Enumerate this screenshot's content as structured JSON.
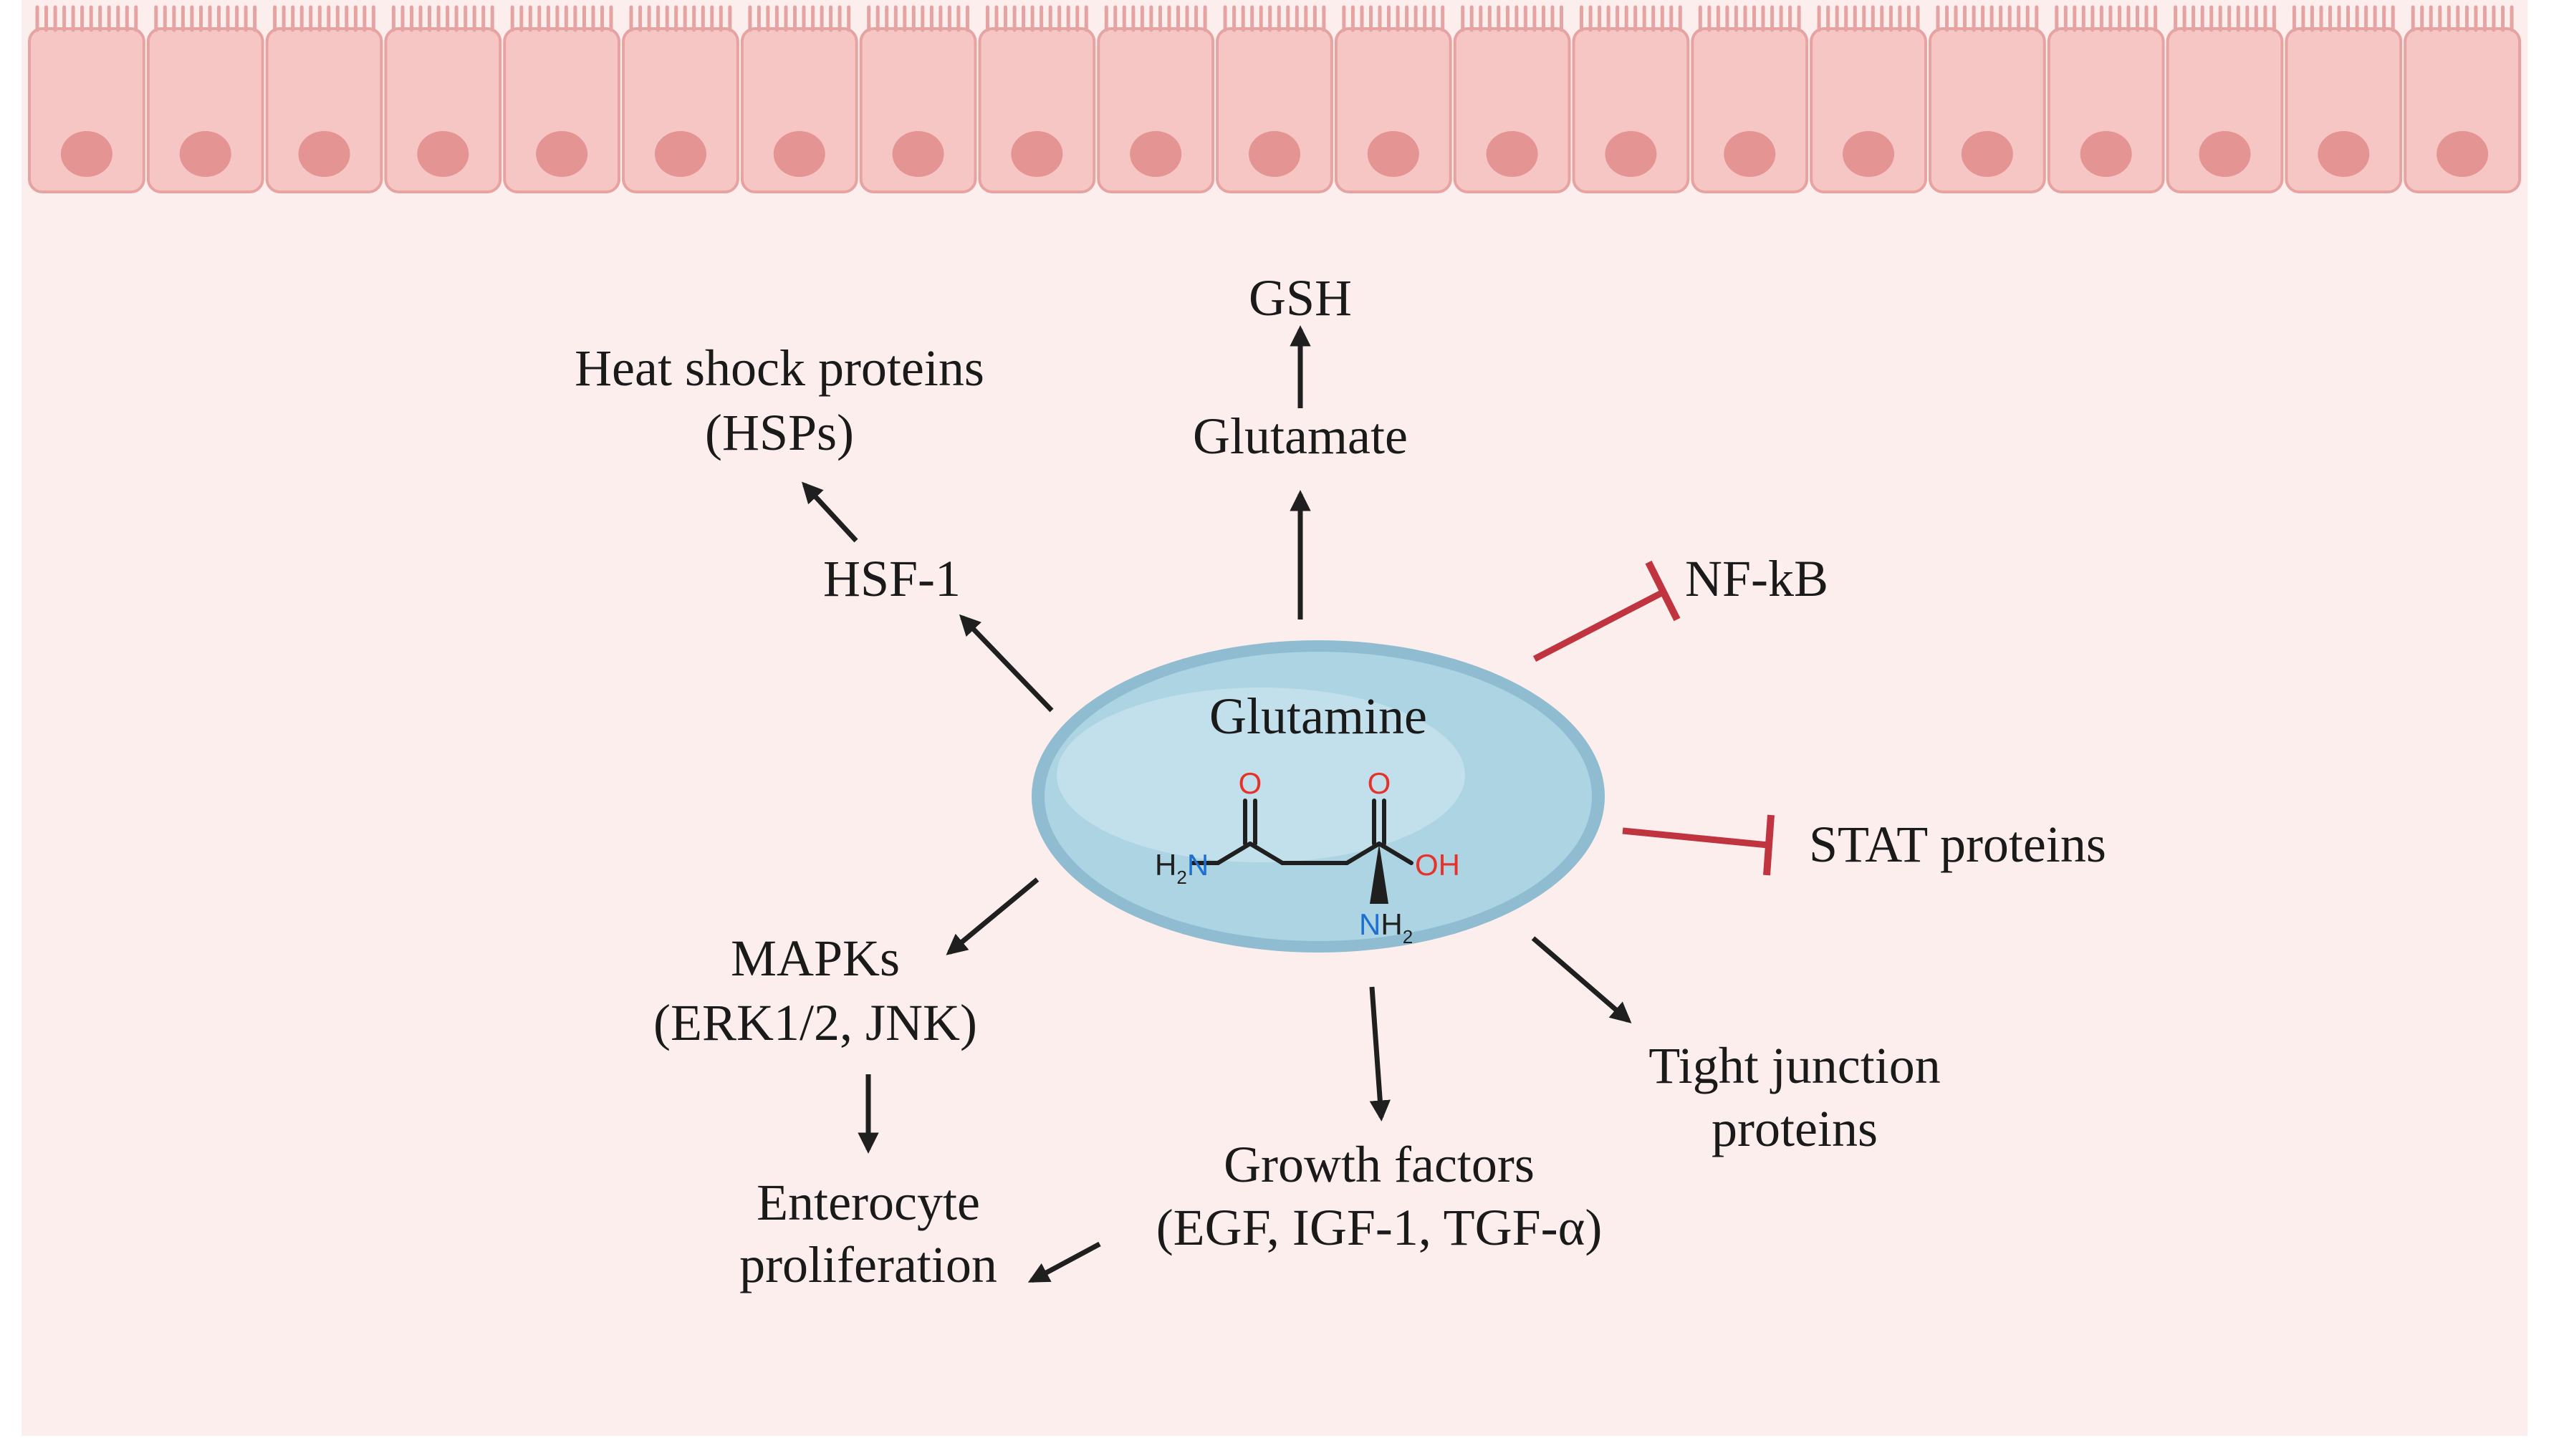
{
  "colors": {
    "background": "#fdeeee",
    "cell_fill": "#f6c6c5",
    "cell_border": "#e5a3a2",
    "nucleus": "#e49493",
    "ellipse_outer": "#8fbcd0",
    "ellipse_fill": "#add4e2",
    "ellipse_highlight": "#c5e2ec",
    "arrow": "#1f1f1f",
    "inhibit": "#c0343f",
    "oxygen": "#e8312a",
    "nitrogen": "#1f6fd1"
  },
  "center": {
    "label": "Glutamine",
    "molecule": {
      "o1": "O",
      "o2": "O",
      "h2n_h": "H",
      "h2n_sub": "2",
      "h2n_n": "N",
      "oh": "OH",
      "nh2_n": "N",
      "nh2_h": "H",
      "nh2_sub": "2"
    }
  },
  "nodes": {
    "gsh": "GSH",
    "glutamate": "Glutamate",
    "hsps_line1": "Heat shock proteins",
    "hsps_line2": "(HSPs)",
    "hsf1": "HSF-1",
    "nfkb": "NF-kB",
    "stat": "STAT proteins",
    "mapks_line1": "MAPKs",
    "mapks_line2": "(ERK1/2, JNK)",
    "entero_line1": "Enterocyte",
    "entero_line2": "proliferation",
    "growth_line1": "Growth factors",
    "growth_line2": "(EGF, IGF-1, TGF-α)",
    "tight_line1": "Tight junction",
    "tight_line2": "proteins"
  }
}
